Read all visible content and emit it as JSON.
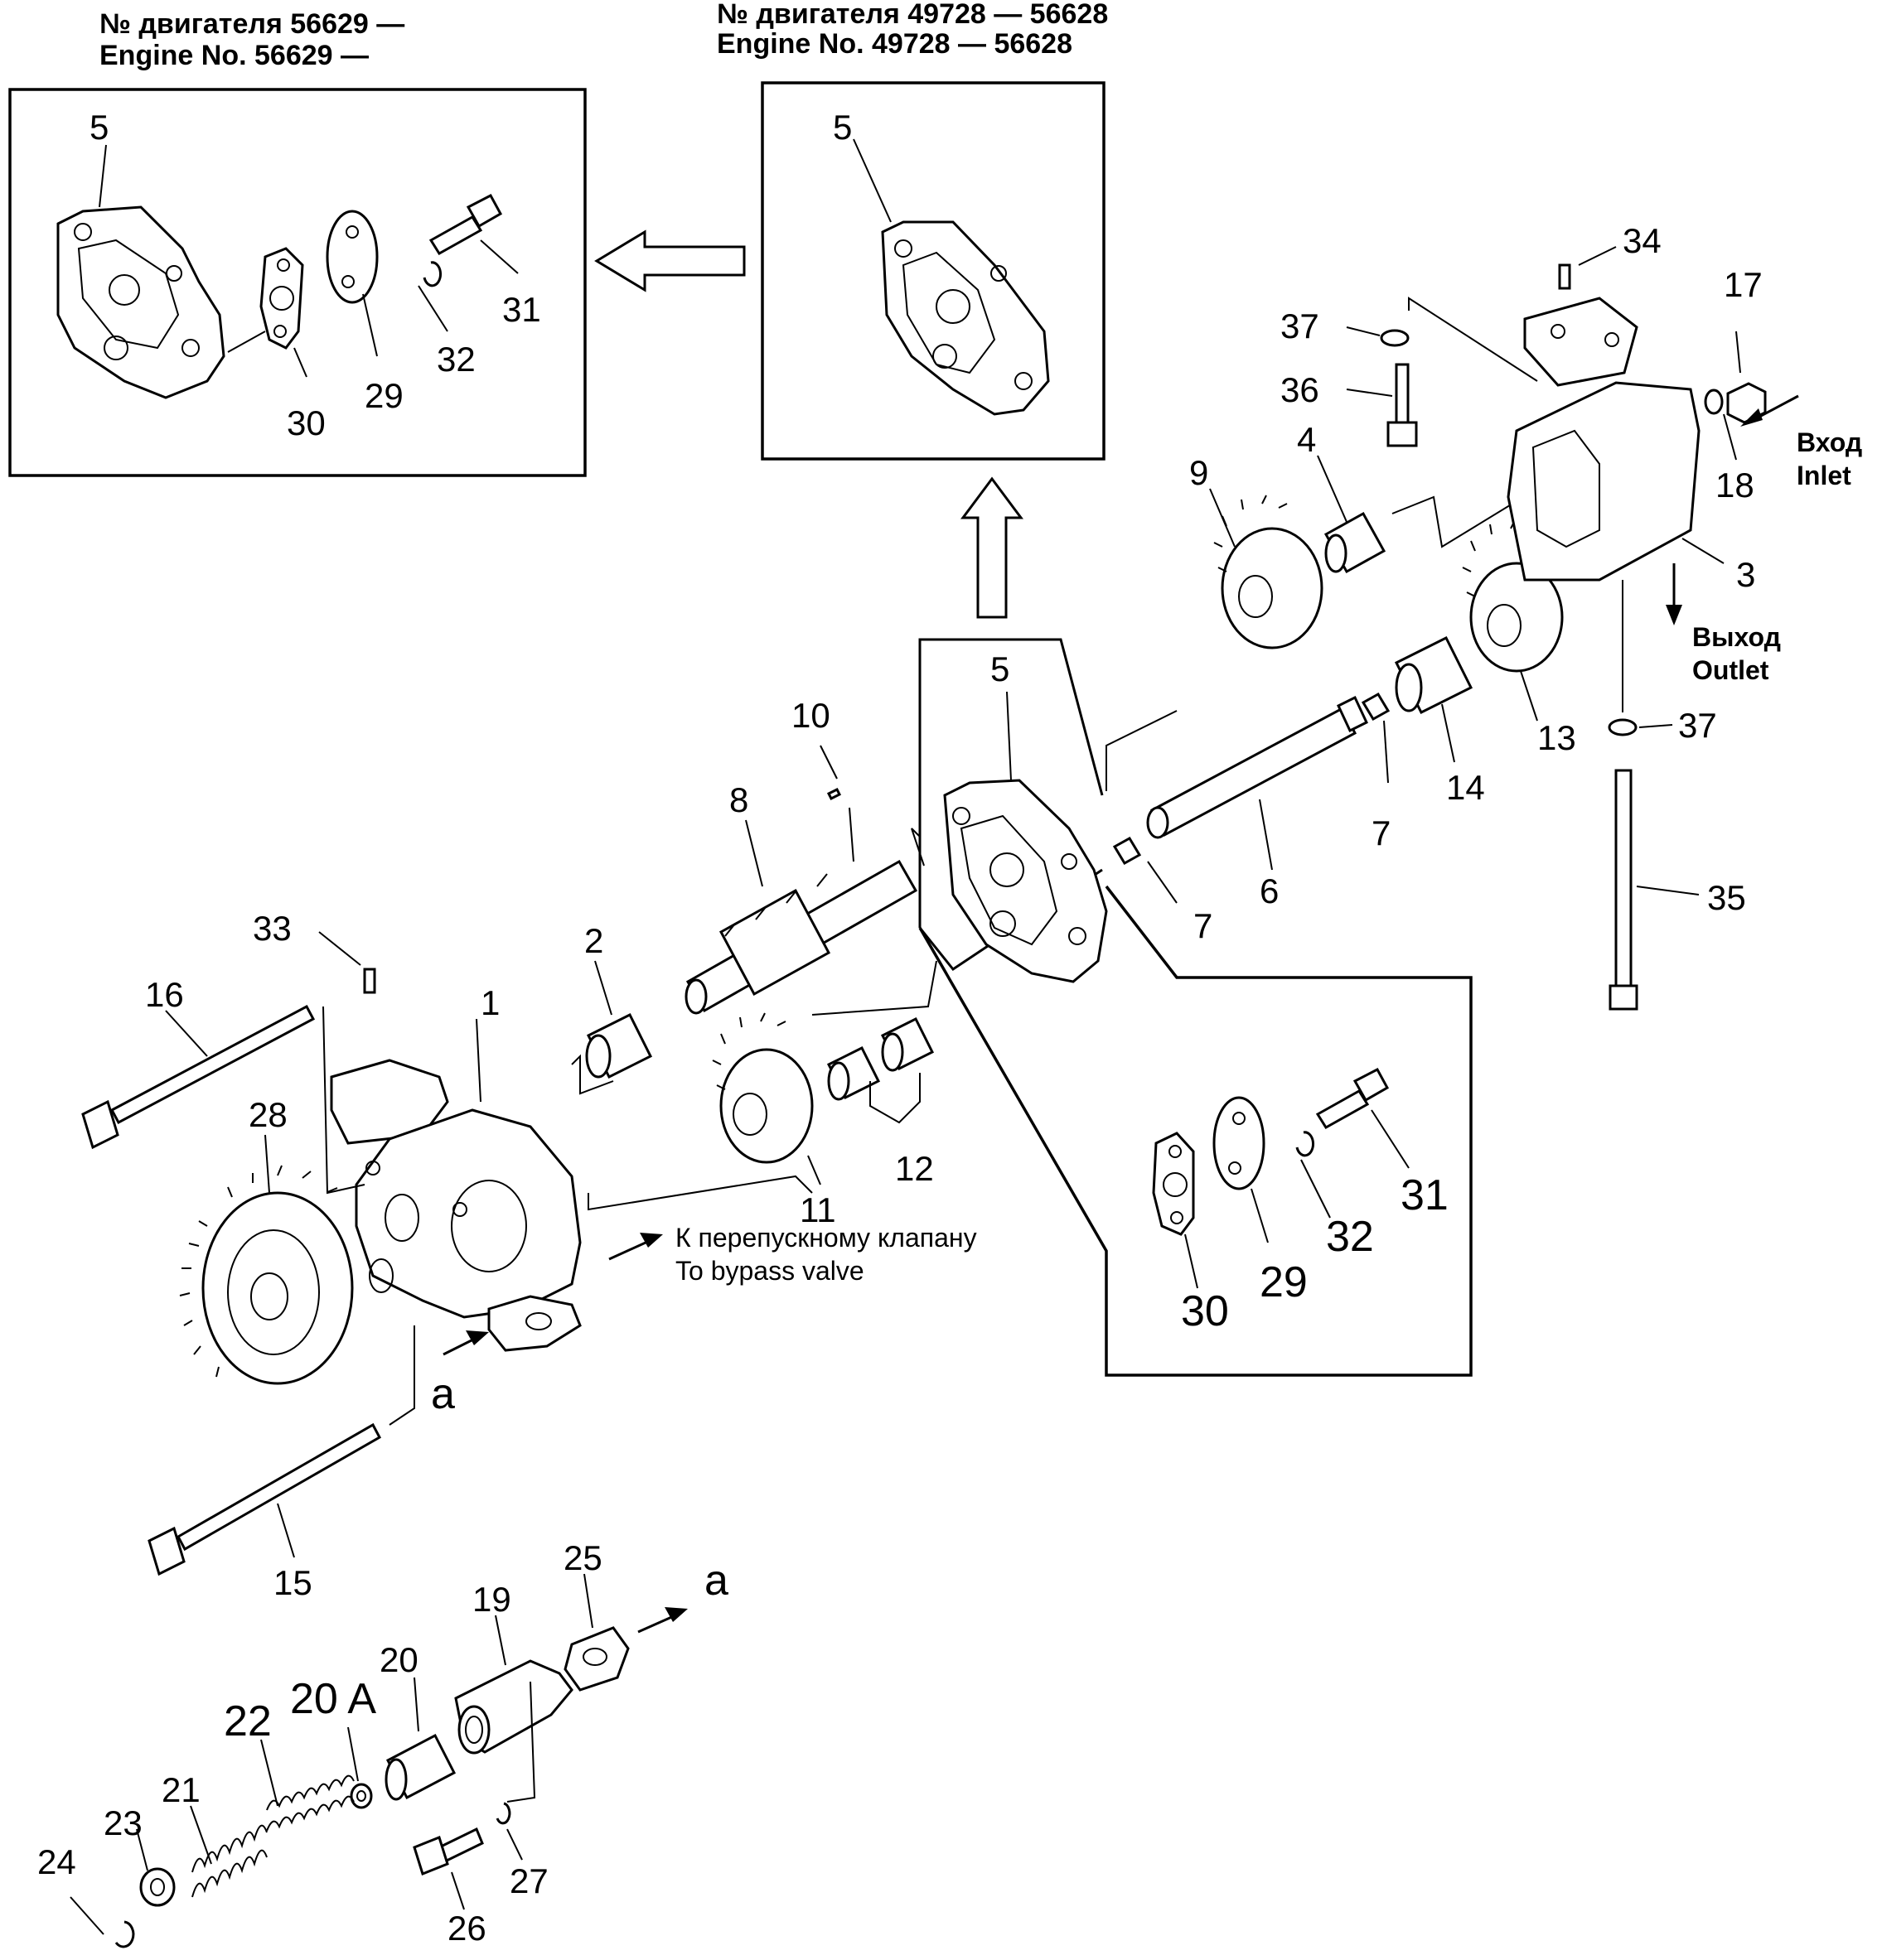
{
  "headers": {
    "left_ru": "№ двигателя 56629 —",
    "left_en": "Engine No. 56629 —",
    "center_ru": "№ двигателя 49728  —  56628",
    "center_en": "Engine No. 49728 —  56628"
  },
  "notes": {
    "inlet_ru": "Вход",
    "inlet_en": "Inlet",
    "outlet_ru": "Выход",
    "outlet_en": "Outlet",
    "bypass_ru": "К перепускному клапану",
    "bypass_en": "To bypass valve",
    "ref_a": "a"
  },
  "part_labels": {
    "l1": "1",
    "l2": "2",
    "l3": "3",
    "l4": "4",
    "l5": "5",
    "l6": "6",
    "l7": "7",
    "l8": "8",
    "l9": "9",
    "l10": "10",
    "l11": "11",
    "l12": "12",
    "l13": "13",
    "l14": "14",
    "l15": "15",
    "l16": "16",
    "l17": "17",
    "l18": "18",
    "l19": "19",
    "l20": "20",
    "l20a": "20 A",
    "l21": "21",
    "l22": "22",
    "l23": "23",
    "l24": "24",
    "l25": "25",
    "l26": "26",
    "l27": "27",
    "l28": "28",
    "l29": "29",
    "l30": "30",
    "l31": "31",
    "l32": "32",
    "l33": "33",
    "l34": "34",
    "l35": "35",
    "l36": "36",
    "l37": "37"
  }
}
